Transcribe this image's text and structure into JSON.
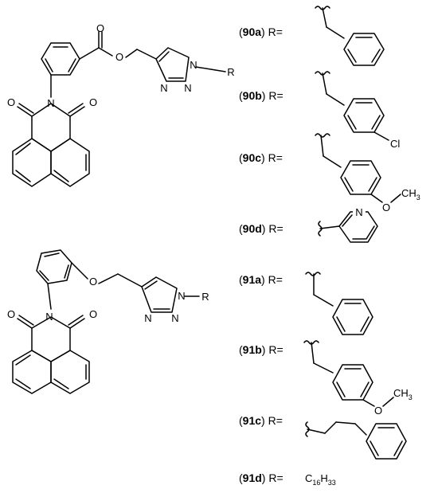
{
  "molecules": [
    {
      "atoms": {
        "o_carbonyl": "O",
        "o_ester": "O",
        "o_imide_left": "O",
        "n_imide": "N",
        "o_imide_right": "O",
        "n1": "N",
        "n2": "N",
        "n3": "N",
        "r": "R"
      }
    },
    {
      "atoms": {
        "o_ether": "O",
        "o_imide_left": "O",
        "n_imide": "N",
        "o_imide_right": "O",
        "n1": "N",
        "n2": "N",
        "n3": "N",
        "r": "R"
      }
    }
  ],
  "substituents": [
    {
      "id": "90a",
      "eq": " R="
    },
    {
      "id": "90b",
      "eq": " R=",
      "atom": "Cl"
    },
    {
      "id": "90c",
      "eq": " R=",
      "atom_o": "O",
      "atom_ch3": "CH",
      "sub_ch3": "3"
    },
    {
      "id": "90d",
      "eq": " R=",
      "atom": "N"
    },
    {
      "id": "91a",
      "eq": " R="
    },
    {
      "id": "91b",
      "eq": " R=",
      "atom_o": "O",
      "atom_ch3": "CH",
      "sub_ch3": "3"
    },
    {
      "id": "91c",
      "eq": " R="
    },
    {
      "id": "91d",
      "eq": " R=",
      "formula_c": "C",
      "formula_c_sub": "16",
      "formula_h": "H",
      "formula_h_sub": "33"
    }
  ],
  "paren_open": "(",
  "paren_close": ")"
}
